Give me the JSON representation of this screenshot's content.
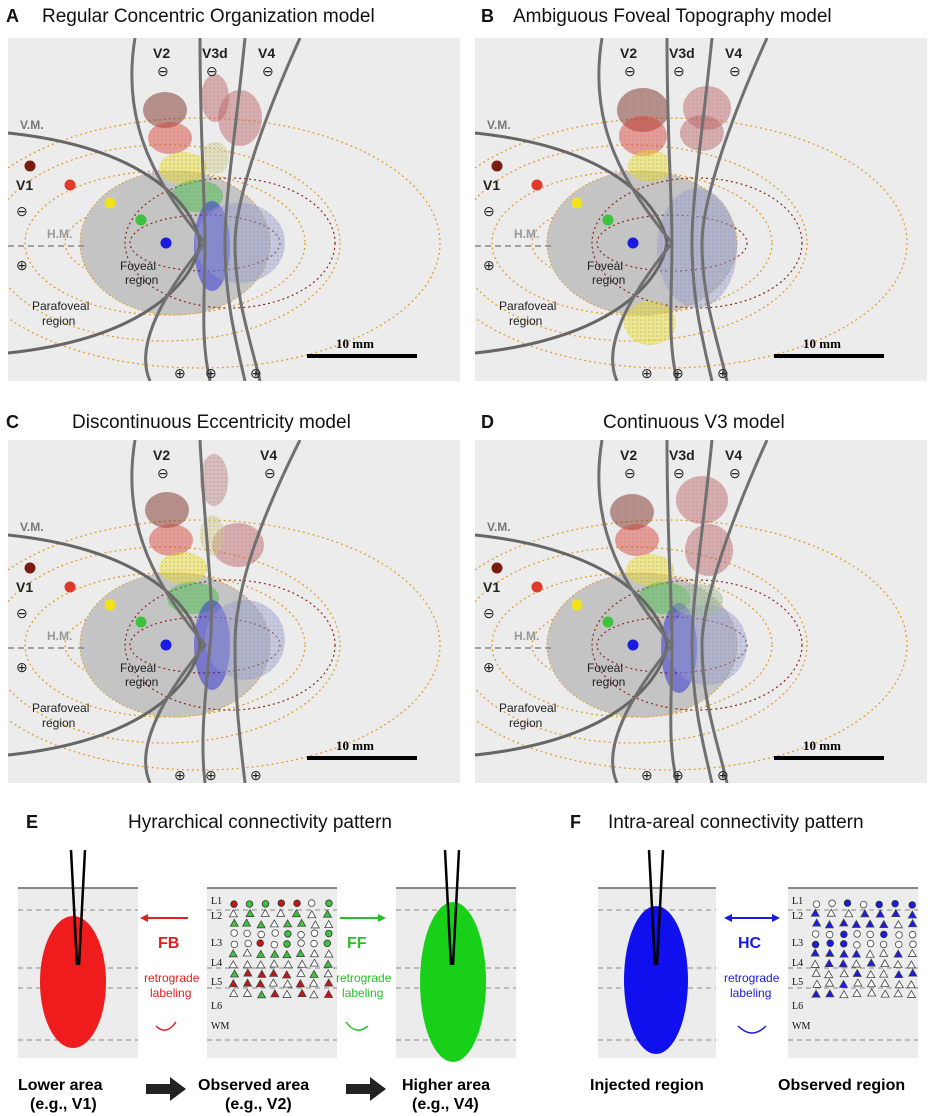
{
  "colors": {
    "background_panel": "#ececec",
    "fovea": "#c4c4c4",
    "dark_red": "#7a1c12",
    "red": "#e03a2a",
    "yellow": "#f2e21a",
    "green": "#3cc23c",
    "blue": "#1a1ae0",
    "fb_arrow": "#e02020",
    "ff_arrow": "#28c028",
    "hc_arrow": "#1a1ae0",
    "ring_dotted": "#e0a030"
  },
  "panels": [
    {
      "id": "A",
      "title": "Regular Concentric Organization model",
      "areas": [
        "V2",
        "V3d",
        "V4"
      ]
    },
    {
      "id": "B",
      "title": "Ambiguous Foveal Topography model",
      "areas": [
        "V2",
        "V3d",
        "V4"
      ]
    },
    {
      "id": "C",
      "title": "Discontinuous Eccentricity model",
      "areas": [
        "V2",
        "V4"
      ]
    },
    {
      "id": "D",
      "title": "Continuous V3 model",
      "areas": [
        "V2",
        "V3d",
        "V4"
      ]
    }
  ],
  "map_labels": {
    "v1": "V1",
    "vm": "V.M.",
    "hm": "H.M.",
    "foveal": [
      "Foveal",
      "region"
    ],
    "parafoveal": [
      "Parafoveal",
      "region"
    ],
    "scale": "10 mm",
    "minus": "⊖",
    "plus": "⊕"
  },
  "panel_e": {
    "id": "E",
    "title": "Hyrarchical connectivity pattern",
    "lower_caption": [
      "Lower area",
      "(e.g., V1)"
    ],
    "observed_caption": [
      "Observed area",
      "(e.g., V2)"
    ],
    "higher_caption": [
      "Higher area",
      "(e.g., V4)"
    ],
    "fb": "FB",
    "ff": "FF",
    "retro": [
      "retrograde",
      "labeling"
    ]
  },
  "panel_f": {
    "id": "F",
    "title": "Intra-areal connectivity pattern",
    "hc": "HC",
    "retro": [
      "retrograde",
      "labeling"
    ],
    "injected_caption": "Injected region",
    "observed_caption": "Observed region"
  },
  "layers": [
    "L1",
    "L2",
    "L3",
    "L4",
    "L5",
    "L6",
    "WM"
  ]
}
